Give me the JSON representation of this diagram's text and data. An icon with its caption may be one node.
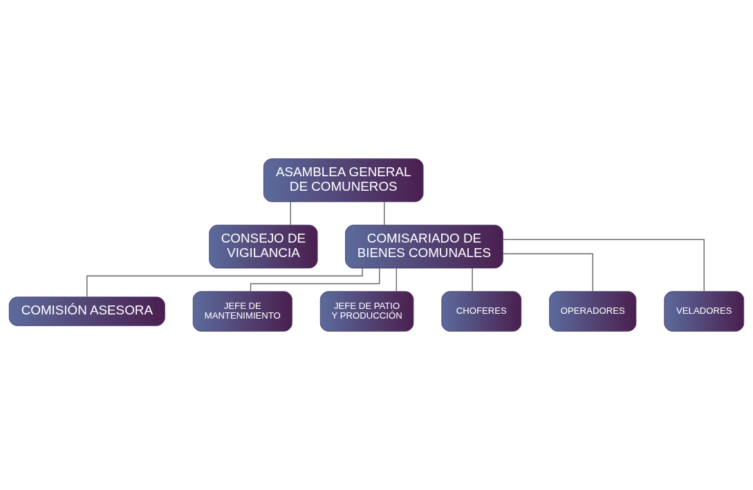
{
  "diagram": {
    "nodes": [
      {
        "text": [
          "ASAMBLEA GENERAL DE COMUNEROS"
        ]
      },
      {
        "text": [
          "CONSEJO DE VIGILANCIA"
        ]
      },
      {
        "text": [
          "COMISARIADO DE BIENES COMUNALES"
        ]
      },
      {
        "text": [
          "COMISIÓN ASESORA"
        ]
      },
      {
        "text": [
          "JEFE DE MANTENIMIENTO"
        ]
      },
      {
        "text": [
          "JEFE DE PATIO Y PRODUCCIÓN"
        ]
      },
      {
        "text": [
          "CHOFERES"
        ]
      },
      {
        "text": [
          "OPERADORES"
        ]
      },
      {
        "text": [
          "VELADORES"
        ]
      }
    ],
    "edges": [
      {
        "from": 0,
        "to": 1,
        "arrow": "none"
      },
      {
        "from": 0,
        "to": 2,
        "arrow": "none"
      },
      {
        "from": 2,
        "to": 3,
        "arrow": "none"
      },
      {
        "from": 2,
        "to": 4,
        "arrow": "none"
      },
      {
        "from": 2,
        "to": 5,
        "arrow": "none"
      },
      {
        "from": 2,
        "to": 6,
        "arrow": "none"
      },
      {
        "from": 2,
        "to": 7,
        "arrow": "none"
      },
      {
        "from": 2,
        "to": 8,
        "arrow": "none"
      }
    ]
  }
}
